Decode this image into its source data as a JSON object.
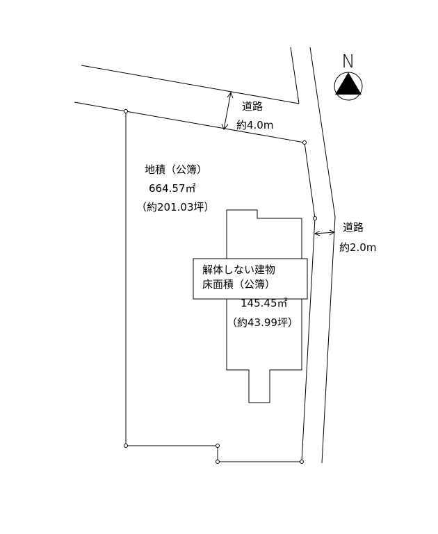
{
  "compass": {
    "label": "N"
  },
  "road_north": {
    "name": "道路",
    "width": "約4.0m"
  },
  "road_east": {
    "name": "道路",
    "width": "約2.0m"
  },
  "land": {
    "title": "地積（公簿）",
    "area": "664.57㎡",
    "tsubo": "（約201.03坪）"
  },
  "building": {
    "title_line1": "解体しない建物",
    "title_line2": "床面積（公簿）",
    "area": "145.45㎡",
    "tsubo": "（約43.99坪）"
  }
}
